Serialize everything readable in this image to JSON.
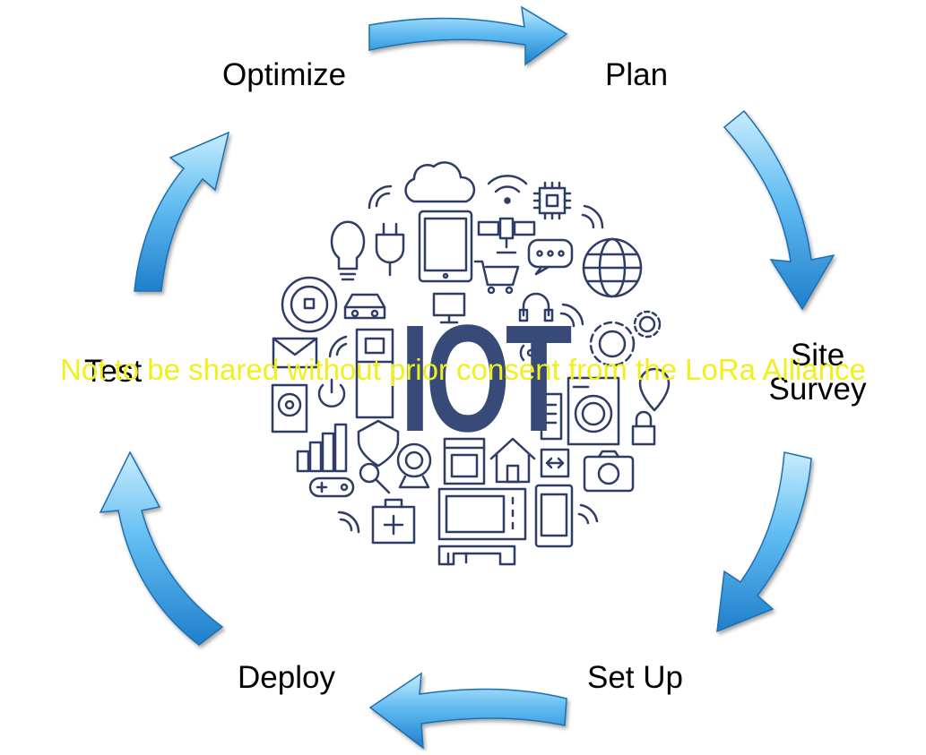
{
  "diagram": {
    "steps": [
      {
        "id": "plan",
        "label": "Plan"
      },
      {
        "id": "site-survey",
        "label_line1": "Site",
        "label_line2": "Survey"
      },
      {
        "id": "set-up",
        "label": "Set Up"
      },
      {
        "id": "deploy",
        "label": "Deploy"
      },
      {
        "id": "test",
        "label": "Test"
      },
      {
        "id": "optimize",
        "label": "Optimize"
      }
    ],
    "center_logo_text": "IOT",
    "watermark": "Not to be shared without prior consent from the LoRa Alliance",
    "colors": {
      "arrow_light": "#bfe6fb",
      "arrow_mid": "#5ab8f0",
      "arrow_dark": "#1e7fcb",
      "icons": "#2f3d66",
      "logo": "#384a78",
      "watermark": "#f2ef1e"
    },
    "icons": [
      "wifi-icon",
      "cloud-icon",
      "chip-icon",
      "lightbulb-icon",
      "plug-icon",
      "tablet-icon",
      "satellite-icon",
      "chat-icon",
      "globe-icon",
      "cart-icon",
      "thermostat-icon",
      "car-icon",
      "monitor-icon",
      "headphones-icon",
      "gear-icon",
      "envelope-icon",
      "fridge-icon",
      "antenna-icon",
      "battery-icon",
      "washing-machine-icon",
      "location-pin-icon",
      "lock-icon",
      "speaker-icon",
      "power-icon",
      "shield-icon",
      "webcam-icon",
      "home-icon",
      "camera-icon",
      "bar-chart-icon",
      "magnifier-icon",
      "oven-icon",
      "resize-icon",
      "gamepad-icon",
      "first-aid-icon",
      "microwave-icon",
      "phone-icon",
      "printer-icon"
    ]
  }
}
